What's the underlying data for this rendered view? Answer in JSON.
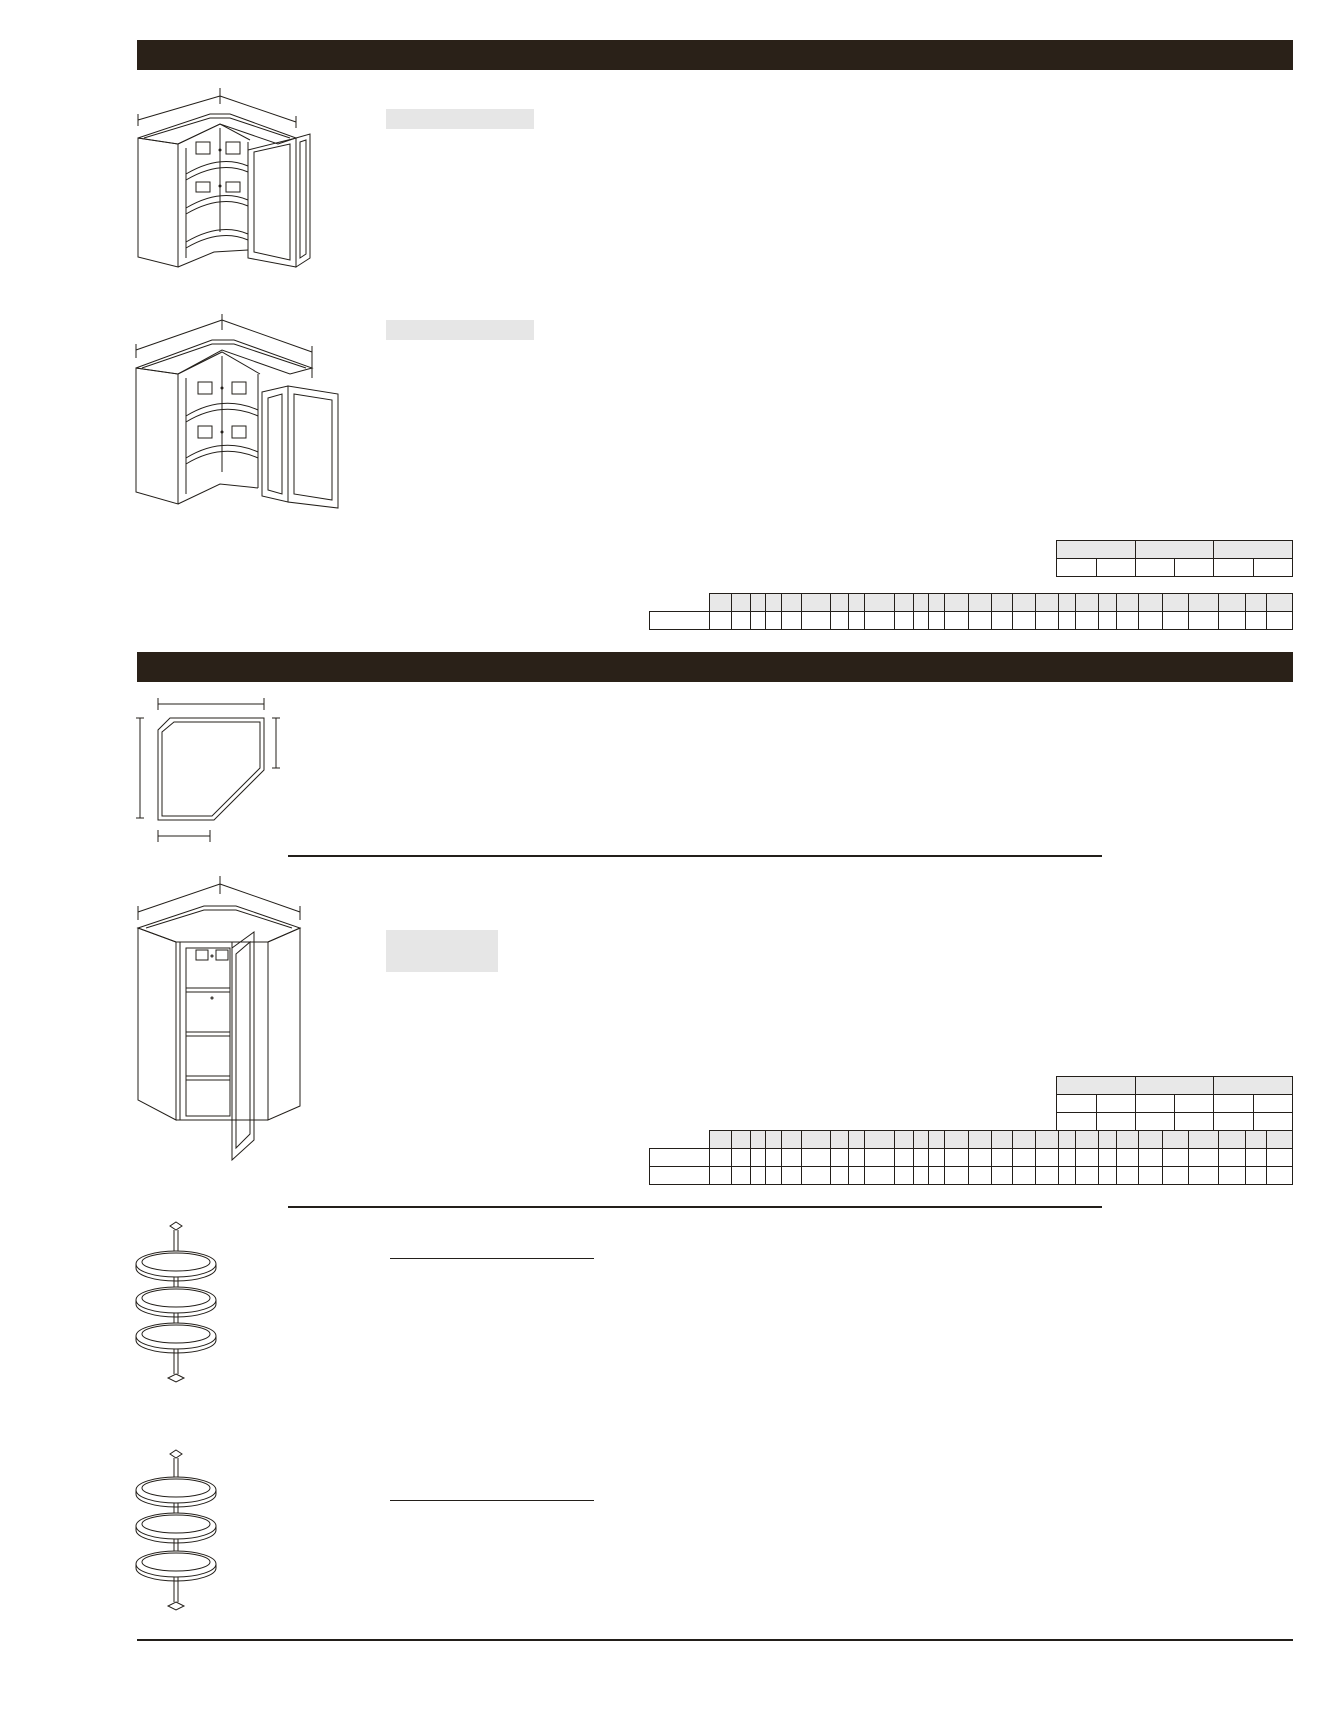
{
  "page": {
    "title": "",
    "sections": [
      {
        "id": "corner-wall-cabinets",
        "heading": ""
      },
      {
        "id": "diagonal-corner-wall-cabinets",
        "heading": ""
      }
    ]
  },
  "products": [
    {
      "id": "easy-reach-single-door",
      "icon": "easy-reach-corner-cabinet-single-door-drawing",
      "label": ""
    },
    {
      "id": "easy-reach-bifold-door",
      "icon": "easy-reach-corner-cabinet-bifold-door-drawing",
      "label": ""
    },
    {
      "id": "diagonal-top-view",
      "icon": "diagonal-corner-top-view-drawing",
      "label": ""
    },
    {
      "id": "diagonal-corner-wall",
      "icon": "diagonal-corner-wall-cabinet-drawing",
      "label": ""
    },
    {
      "id": "lazy-susan-1",
      "icon": "lazy-susan-three-shelf-drawing",
      "label": ""
    },
    {
      "id": "lazy-susan-2",
      "icon": "lazy-susan-three-shelf-drawing",
      "label": ""
    }
  ],
  "colors": {
    "band": "#2a2118",
    "line": "#231f1a",
    "shade": "#e8e8e8",
    "label_box": "#e6e6e6"
  }
}
